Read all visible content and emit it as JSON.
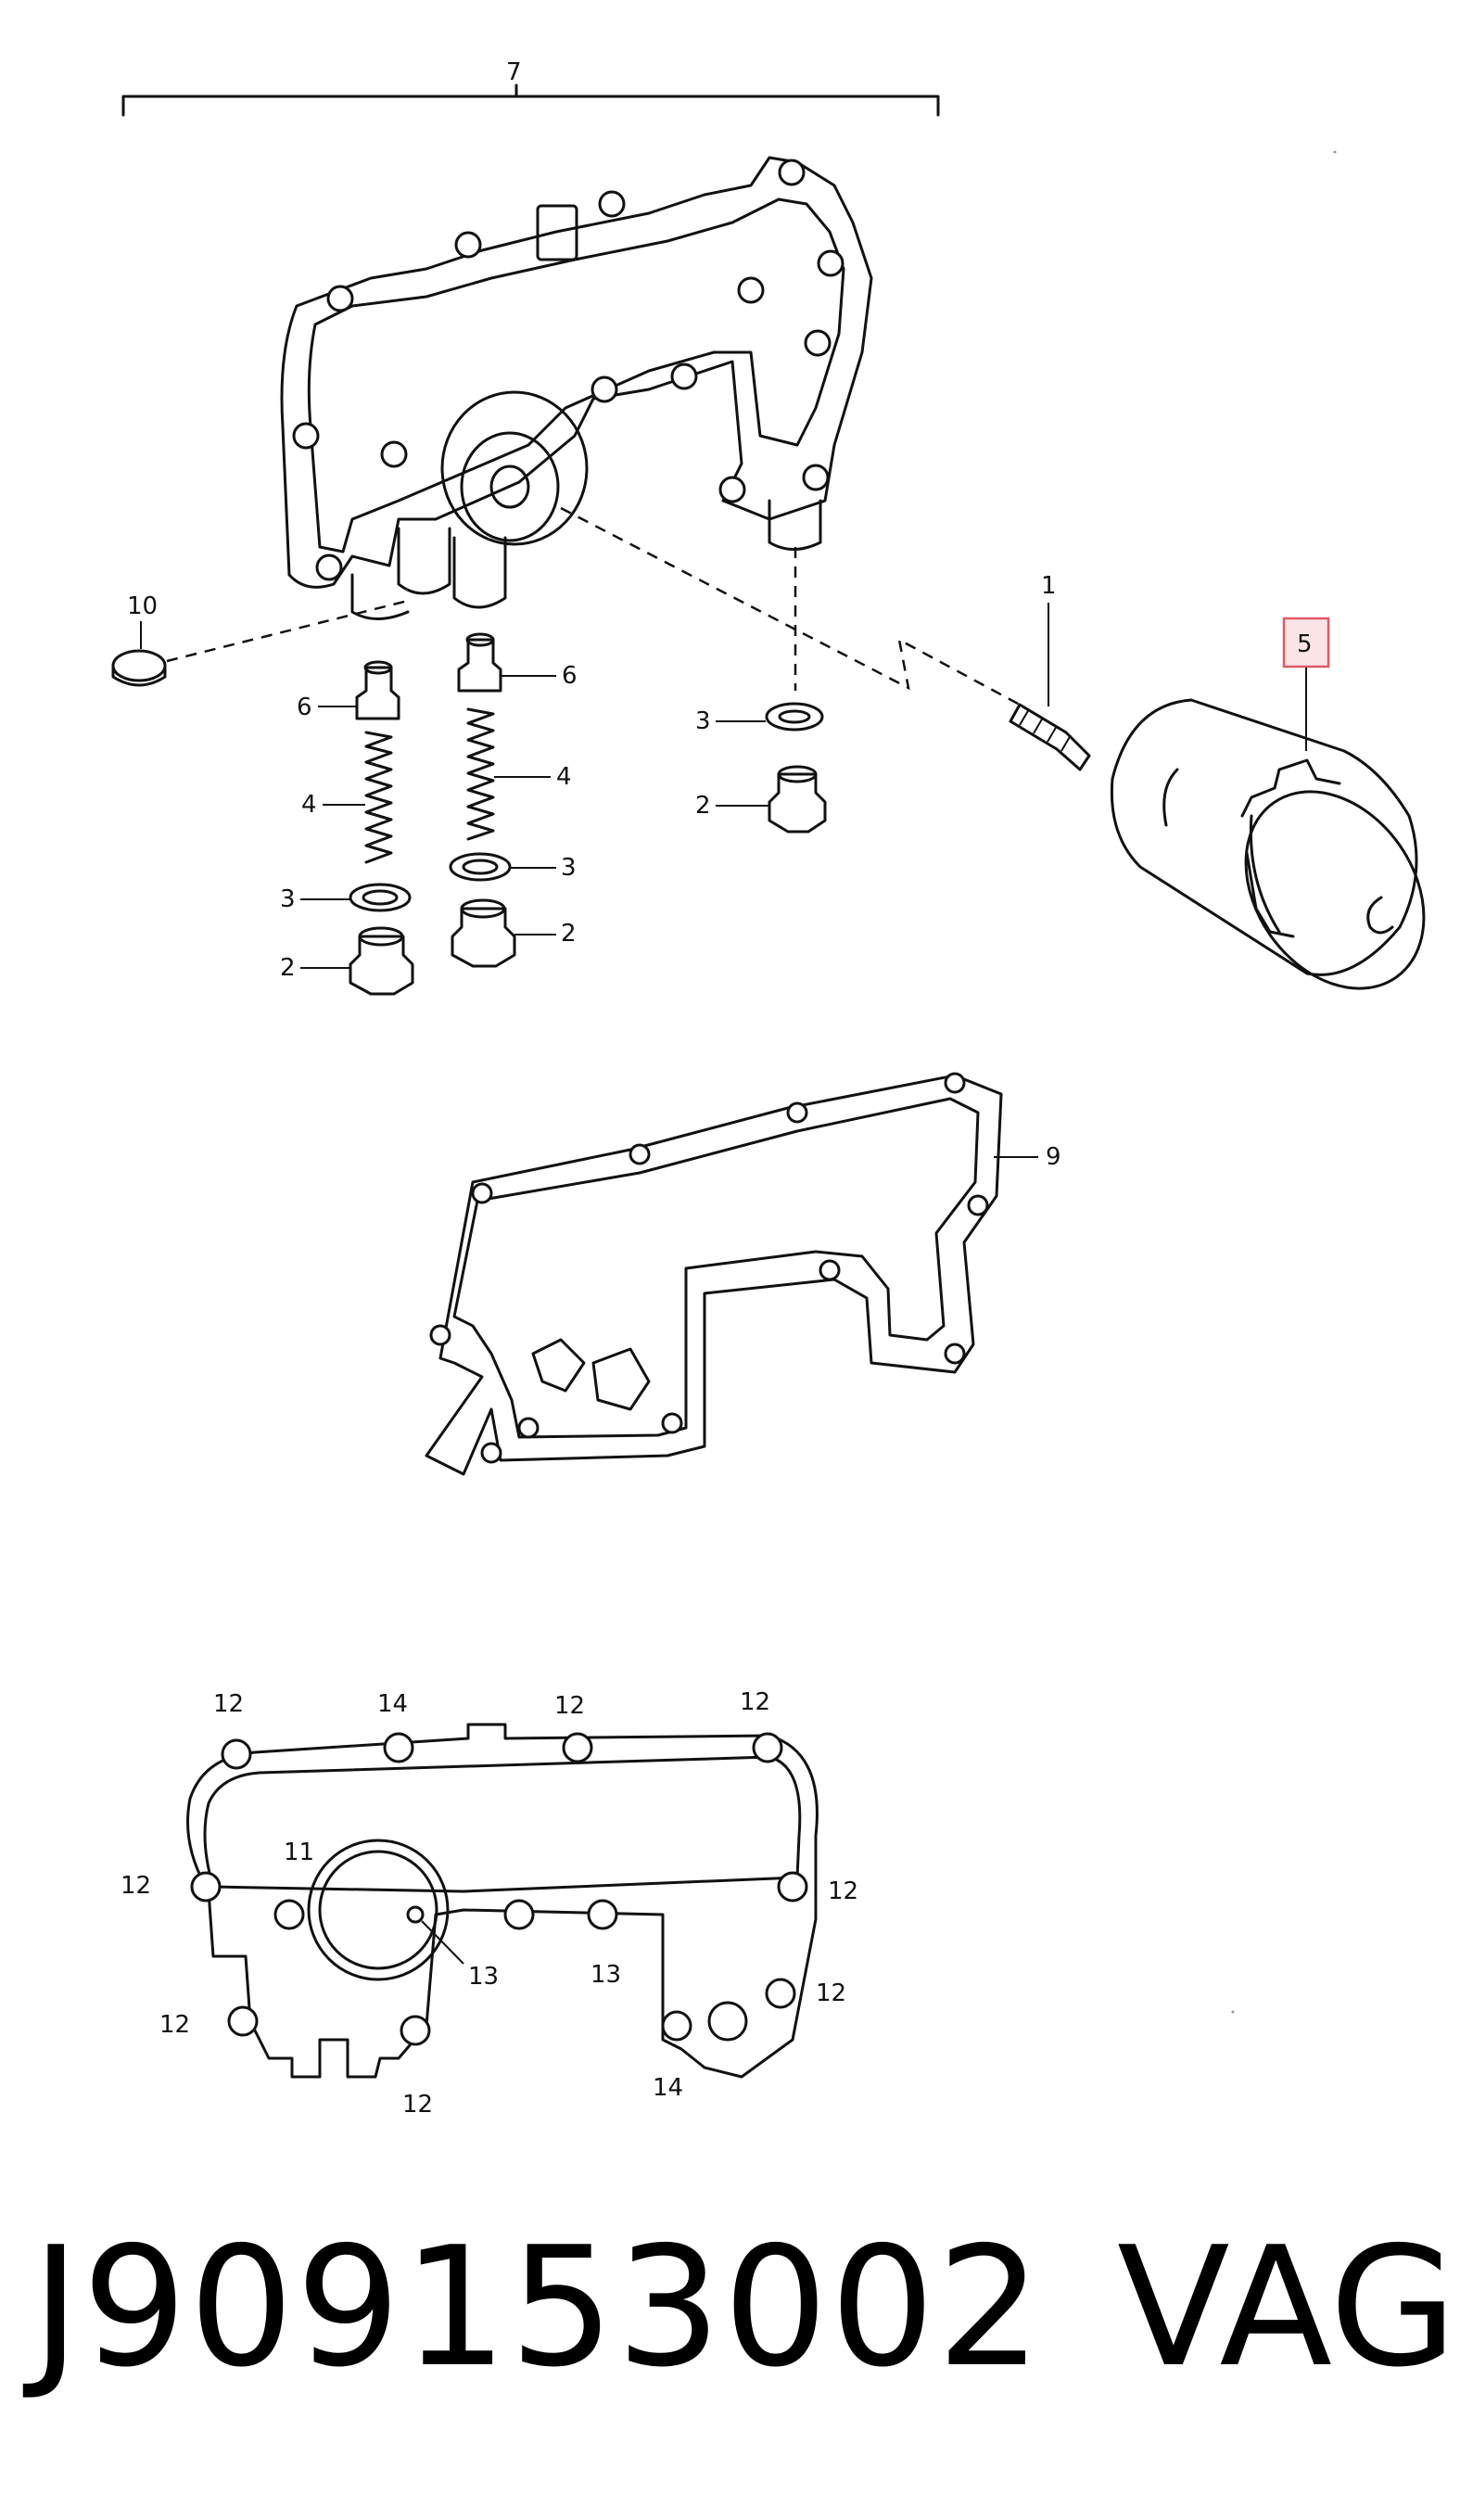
{
  "diagram": {
    "callouts": {
      "top_assembly": "7",
      "plug": "10",
      "valve_left": "6",
      "valve_right": "6",
      "spring_left": "4",
      "spring_right": "4",
      "washer_left": "3",
      "washer_right": "3",
      "washer_mid": "3",
      "screw_left": "2",
      "screw_right": "2",
      "screw_mid": "2",
      "stud": "1",
      "filter": "5",
      "gasket": "9"
    },
    "bottom_view": {
      "top_12_a": "12",
      "top_14": "14",
      "top_12_b": "12",
      "top_12_c": "12",
      "left_12": "12",
      "label_11": "11",
      "right_12": "12",
      "center_13": "13",
      "mid_13": "13",
      "right_12_b": "12",
      "left_12_b": "12",
      "bottom_14": "14",
      "bottom_12": "12"
    },
    "highlight_color": "#e05a6a"
  },
  "footer": {
    "part_number": "J909153002",
    "brand": "VAG"
  }
}
